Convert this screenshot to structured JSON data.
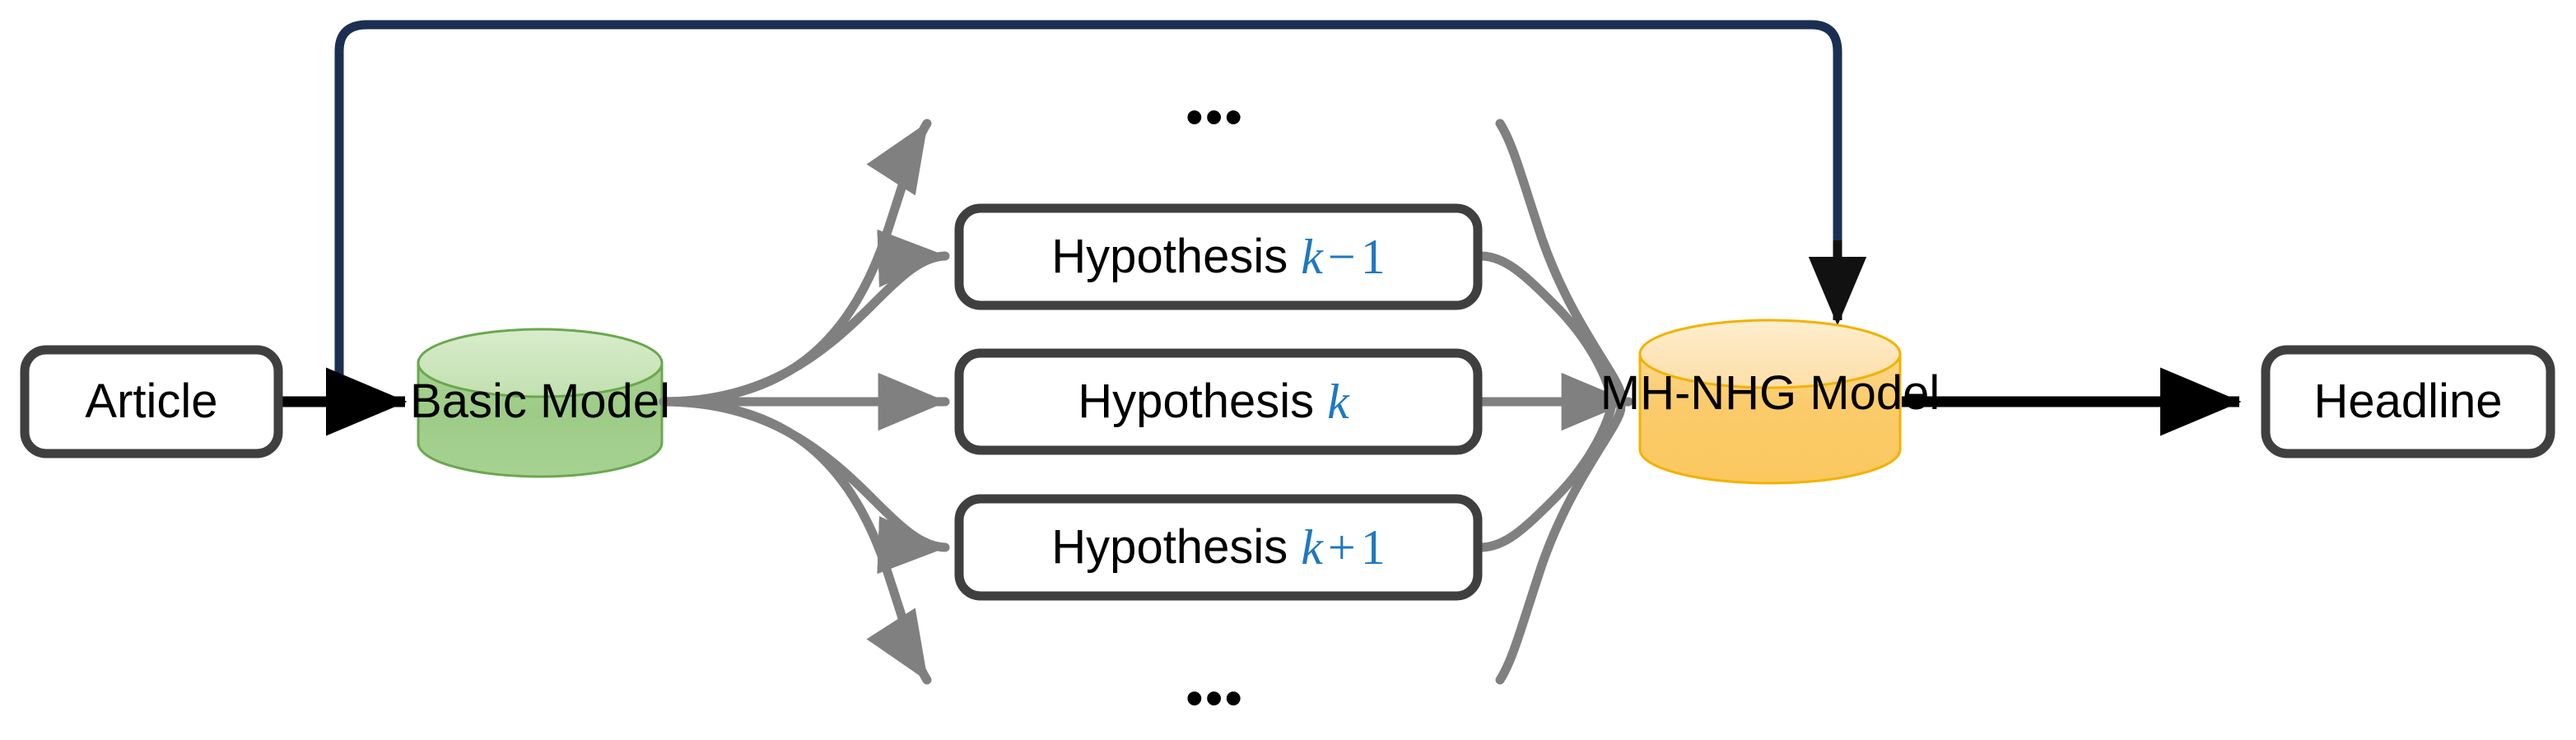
{
  "diagram": {
    "title": "MH-NHG headline generation pipeline",
    "type": "flow-diagram",
    "background_color": "#ffffff",
    "nodes": {
      "article": {
        "label": "Article",
        "shape": "rounded-rectangle",
        "fill": "#ffffff",
        "stroke": "#3f3f3f"
      },
      "basic_model": {
        "label": "Basic Model",
        "shape": "cylinder",
        "fill": "#9DCC87",
        "fill_top": "#CFE6BE",
        "stroke": "#6AA84F"
      },
      "hypothesis_prev": {
        "label": "Hypothesis",
        "math": "k − 1",
        "math_var": "k",
        "math_op": "−",
        "math_num": "1",
        "shape": "rounded-rectangle",
        "fill": "#ffffff",
        "stroke": "#3f3f3f"
      },
      "hypothesis_k": {
        "label": "Hypothesis",
        "math": "k",
        "math_var": "k",
        "math_op": "",
        "math_num": "",
        "shape": "rounded-rectangle",
        "fill": "#ffffff",
        "stroke": "#3f3f3f"
      },
      "hypothesis_next": {
        "label": "Hypothesis",
        "math": "k + 1",
        "math_var": "k",
        "math_op": "+",
        "math_num": "1",
        "shape": "rounded-rectangle",
        "fill": "#ffffff",
        "stroke": "#3f3f3f"
      },
      "mh_nhg_model": {
        "label": "MH-NHG Model",
        "shape": "cylinder",
        "fill": "#FBCB6B",
        "fill_top": "#FDE5B8",
        "stroke": "#F2B200"
      },
      "headline": {
        "label": "Headline",
        "shape": "rounded-rectangle",
        "fill": "#ffffff",
        "stroke": "#3f3f3f"
      }
    },
    "ellipsis": {
      "top": "•••",
      "bottom": "•••"
    },
    "edges": {
      "article_to_basic": {
        "color": "#000000",
        "style": "straight-arrow"
      },
      "basic_fanout": {
        "color": "#808080",
        "style": "curved-fan",
        "count": 5
      },
      "hypotheses_fanin": {
        "color": "#808080",
        "style": "curved-fan",
        "count": 5
      },
      "mh_to_headline": {
        "color": "#000000",
        "style": "straight-arrow"
      },
      "article_bypass": {
        "color": "#1b2f52",
        "style": "orthogonal-rounded-arrow",
        "arrow_color": "#111111"
      }
    },
    "colors": {
      "accent_blue": "#1f78c1",
      "bypass_navy": "#1b2f52",
      "edge_gray": "#808080",
      "node_stroke": "#3f3f3f",
      "green": "#9DCC87",
      "orange": "#FBCB6B"
    }
  }
}
